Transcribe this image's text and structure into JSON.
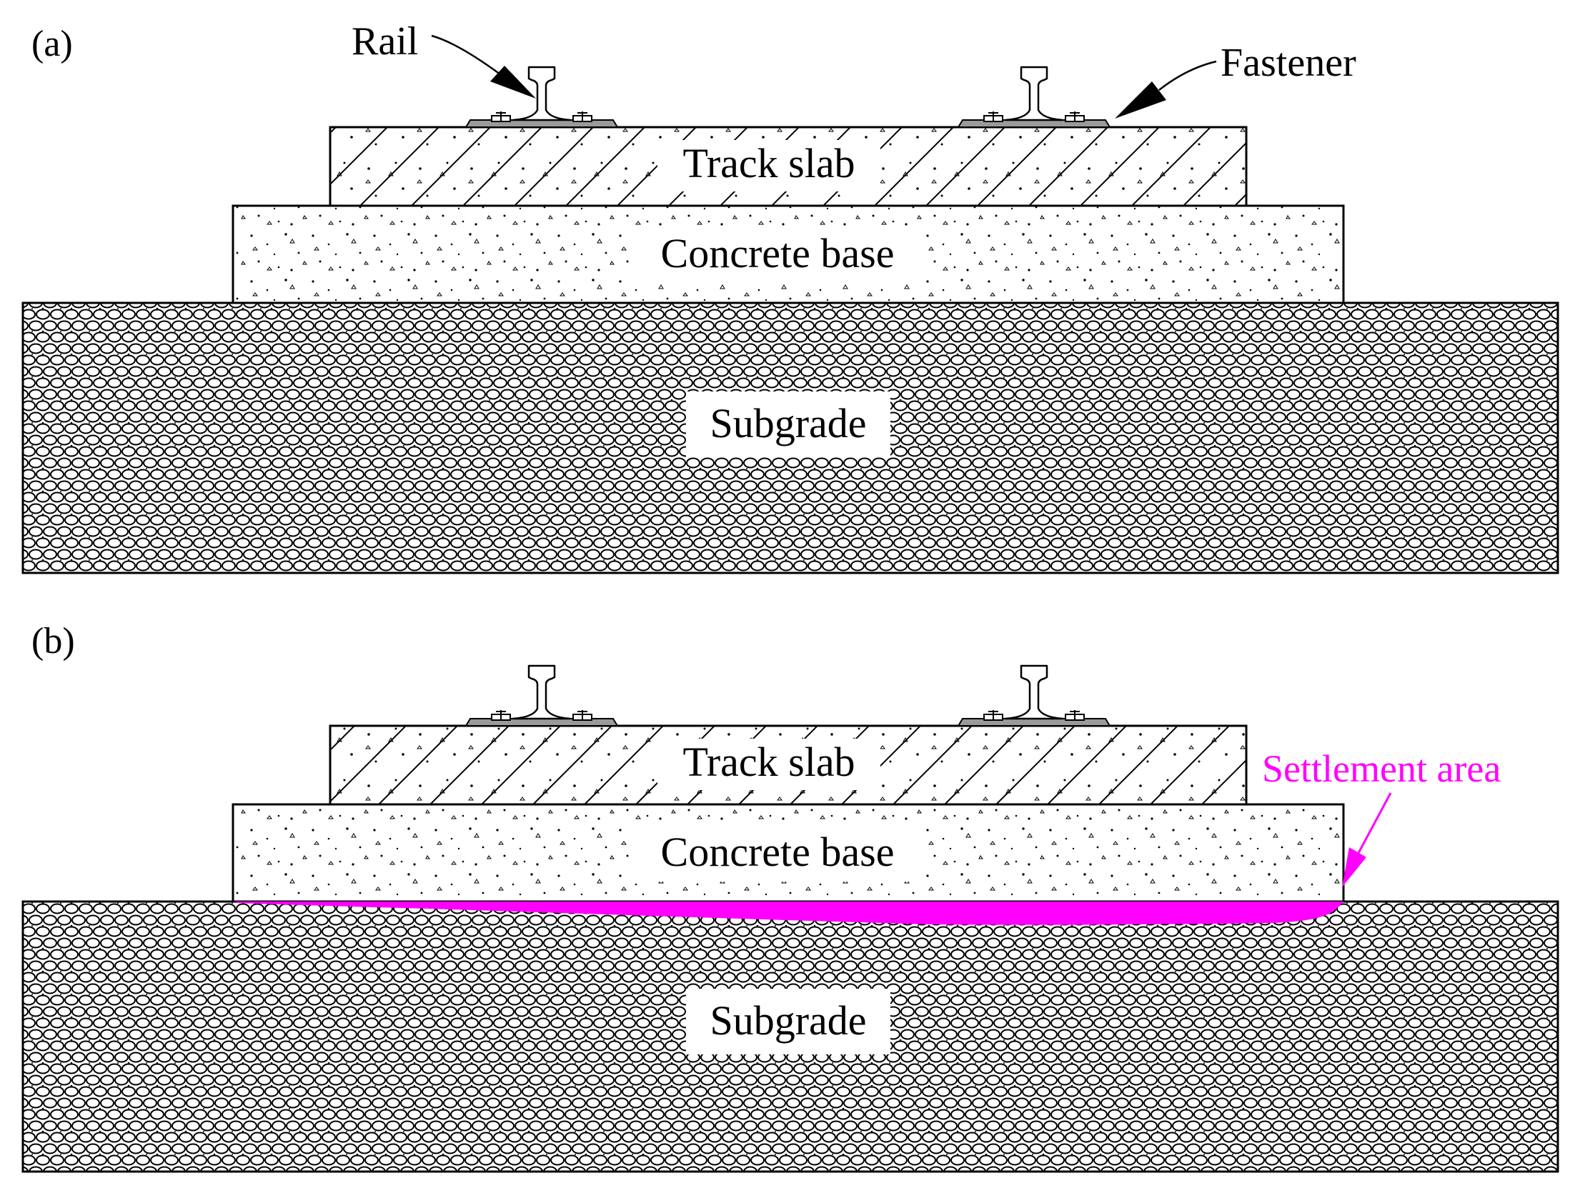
{
  "panels": [
    {
      "tag": "(a)",
      "labels": {
        "track_slab": "Track slab",
        "concrete_base": "Concrete base",
        "subgrade": "Subgrade"
      },
      "callouts": {
        "rail": "Rail",
        "fastener": "Fastener"
      }
    },
    {
      "tag": "(b)",
      "labels": {
        "track_slab": "Track slab",
        "concrete_base": "Concrete base",
        "subgrade": "Subgrade"
      },
      "callouts": {
        "settlement": "Settlement area"
      }
    }
  ],
  "colors": {
    "line": "#000000",
    "background": "#ffffff",
    "settlement": "#ff00ff",
    "fastener_plate": "#9a9a9a"
  }
}
